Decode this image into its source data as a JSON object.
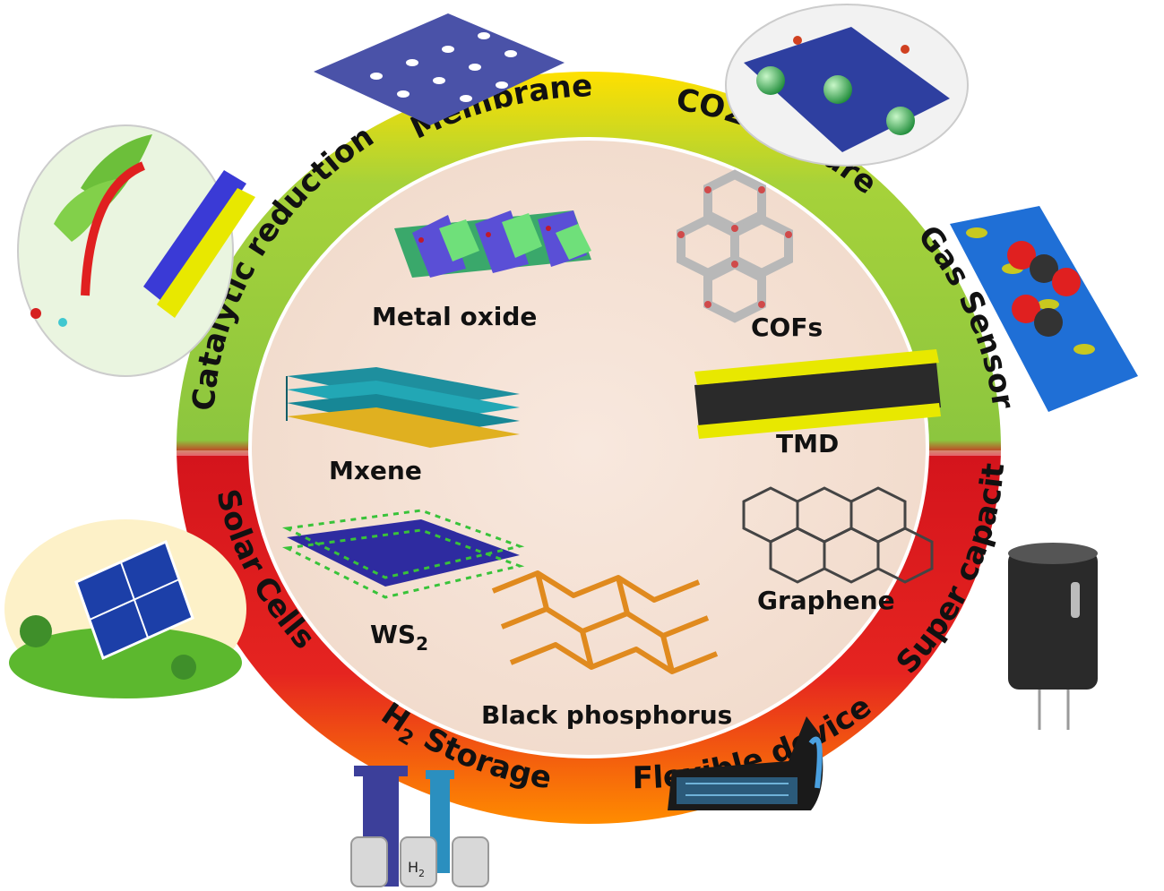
{
  "applications": {
    "membrane": "Membrane",
    "co2_capture": "CO2 capture",
    "gas_sensor": "Gas Sensor",
    "catalytic_reduction": "Catalytic reduction",
    "solar_cells": "Solar Cells",
    "h2_storage_prefix": "H",
    "h2_storage_sub": "2",
    "h2_storage_suffix": " Storage",
    "flexible_devices": "Flexible devices",
    "super_capacitor": "Super capacitor"
  },
  "materials": {
    "metal_oxide": "Metal oxide",
    "cofs": "COFs",
    "mxene": "Mxene",
    "tmd": "TMD",
    "ws2_main": "WS",
    "ws2_sub": "2",
    "graphene": "Graphene",
    "black_phosphorus": "Black phosphorus"
  },
  "illustrations": {
    "h2_tank_main": "H",
    "h2_tank_sub": "2"
  },
  "colors": {
    "ring_green": "#8cc63f",
    "ring_yellow": "#e6d800",
    "ring_red": "#d4141c",
    "ring_orange": "#f26522",
    "inner_fill": "#f6e3d8"
  }
}
